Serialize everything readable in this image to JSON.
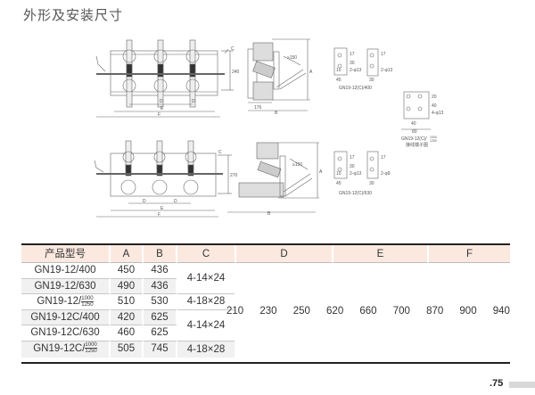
{
  "page": {
    "title": "外形及安装尺寸",
    "page_number": ".75"
  },
  "drawings": {
    "dimension_letters": {
      "a": "A",
      "b": "B",
      "c": "C",
      "d": "D",
      "e": "E",
      "f": "F"
    },
    "dim_176": "176",
    "dim_150": "≥150",
    "dim_240": "240",
    "dim_270": "270",
    "terminal_400": {
      "caption": "GN19-12(C)/400",
      "dim_45": "45",
      "dim_30": "30",
      "dim_17": "17",
      "dim_10": "10",
      "hole": "2-φ13",
      "hole2": "2-φ13"
    },
    "terminal_630": {
      "caption": "GN19-12(C)/630",
      "dim_45": "45",
      "dim_30": "30",
      "dim_17": "17",
      "dim_10": "10",
      "hole": "2-φ13",
      "hole2": "2-φ9"
    },
    "terminal_1000": {
      "caption": "GN19-12(C)/",
      "caption_sup_top": "1000",
      "caption_sup_bottom": "1250",
      "subcaption": "接线端子图",
      "dim_40a": "40",
      "dim_40b": "40",
      "dim_80": "80",
      "dim_20": "20",
      "hole": "4-φ13"
    }
  },
  "table": {
    "headers": [
      "产品型号",
      "A",
      "B",
      "C",
      "D",
      "E",
      "F"
    ],
    "rows": [
      {
        "model": "GN19-12/400",
        "a": "450",
        "b": "436"
      },
      {
        "model": "GN19-12/630",
        "a": "490",
        "b": "436"
      },
      {
        "model": "GN19-12/",
        "model_sup_top": "1000",
        "model_sup_bottom": "1250",
        "a": "510",
        "b": "530"
      },
      {
        "model": "GN19-12C/400",
        "a": "420",
        "b": "625"
      },
      {
        "model": "GN19-12C/630",
        "a": "460",
        "b": "625"
      },
      {
        "model": "GN19-12C/",
        "model_sup_top": "1000",
        "model_sup_bottom": "1250",
        "a": "505",
        "b": "745"
      }
    ],
    "c_values": [
      "4-14×24",
      "4-18×28",
      "4-14×24",
      "4-18×28"
    ],
    "d_values": [
      "210",
      "230",
      "250"
    ],
    "e_values": [
      "620",
      "660",
      "700"
    ],
    "f_values": [
      "870",
      "900",
      "940"
    ]
  },
  "colors": {
    "header_bg": "#fbe9e0",
    "row_shade": "#f1f1f1",
    "rule": "#222222"
  }
}
